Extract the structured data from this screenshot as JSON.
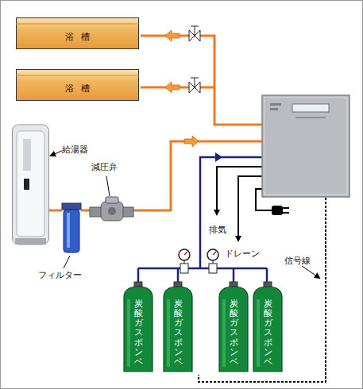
{
  "diagram": {
    "nodes": [
      {
        "text": [
          "浴槽"
        ]
      },
      {
        "text": [
          "浴槽"
        ]
      },
      {
        "text": [
          "給湯器"
        ]
      },
      {
        "text": [
          "フィルター"
        ]
      },
      {
        "text": [
          "減圧弁"
        ]
      },
      {
        "text": [
          "炭酸ガスボンベ"
        ]
      },
      {
        "text": [
          "炭酸ガスボンベ"
        ]
      },
      {
        "text": [
          "炭酸ガスボンベ"
        ]
      },
      {
        "text": [
          "炭酸ガスボンベ"
        ]
      }
    ],
    "edges": [
      {
        "from": 2,
        "to": 3,
        "arrow": "none"
      },
      {
        "from": 3,
        "to": 4,
        "arrow": "none"
      }
    ],
    "labels": [
      "排気",
      "ドレーン",
      "信号線"
    ]
  }
}
